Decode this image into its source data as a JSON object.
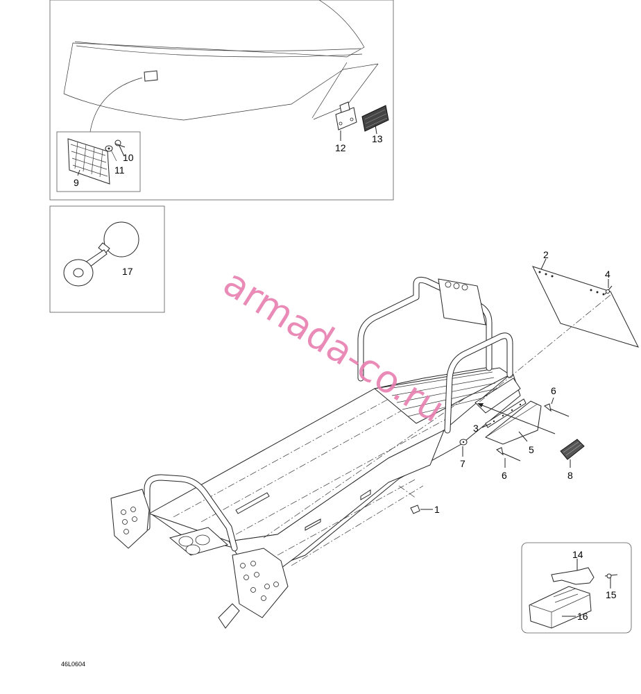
{
  "diagram_code": "46L0604",
  "watermark": "armada-co.ru",
  "callouts": {
    "c1": "1",
    "c2": "2",
    "c3": "3",
    "c4": "4",
    "c5": "5",
    "c6a": "6",
    "c6b": "6",
    "c7": "7",
    "c8": "8",
    "c9": "9",
    "c10": "10",
    "c11": "11",
    "c12": "12",
    "c13": "13",
    "c14": "14",
    "c15": "15",
    "c16": "16",
    "c17": "17"
  }
}
